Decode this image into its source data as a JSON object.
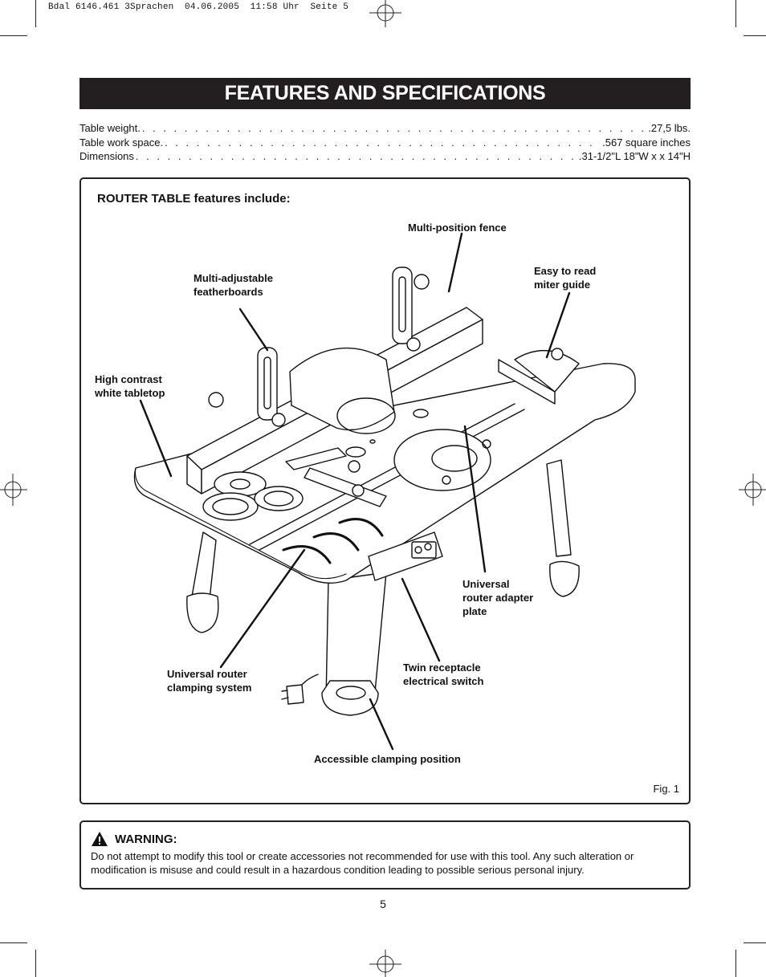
{
  "print_header": "Bdal 6146.461 3Sprachen  04.06.2005  11:58 Uhr  Seite 5",
  "title": "FEATURES AND SPECIFICATIONS",
  "specs": [
    {
      "label": "Table weight.",
      "value": ".27,5 lbs."
    },
    {
      "label": "Table work space.",
      "value": ".567 square inches"
    },
    {
      "label": "Dimensions",
      "value": ".31-1/2\"L 18\"W x x 14\"H"
    }
  ],
  "figure": {
    "heading": "ROUTER TABLE features include:",
    "caption": "Fig. 1",
    "callouts": {
      "multi_position_fence": "Multi-position fence",
      "easy_miter_guide": "Easy to read\nmiter guide",
      "featherboards": "Multi-adjustable\nfeatherboards",
      "white_tabletop": "High contrast\nwhite tabletop",
      "adapter_plate": "Universal\nrouter adapter\nplate",
      "clamping_system": "Universal router\nclamping system",
      "twin_receptacle": "Twin receptacle\nelectrical switch",
      "clamping_position": "Accessible clamping position"
    }
  },
  "warning": {
    "title": "WARNING:",
    "text": "Do not attempt to modify this tool or create accessories not recommended for use with this tool. Any such alteration or modification is misuse and could result in a hazardous condition leading to possible serious personal injury.",
    "icon": "warning-triangle-icon"
  },
  "page_number": "5"
}
